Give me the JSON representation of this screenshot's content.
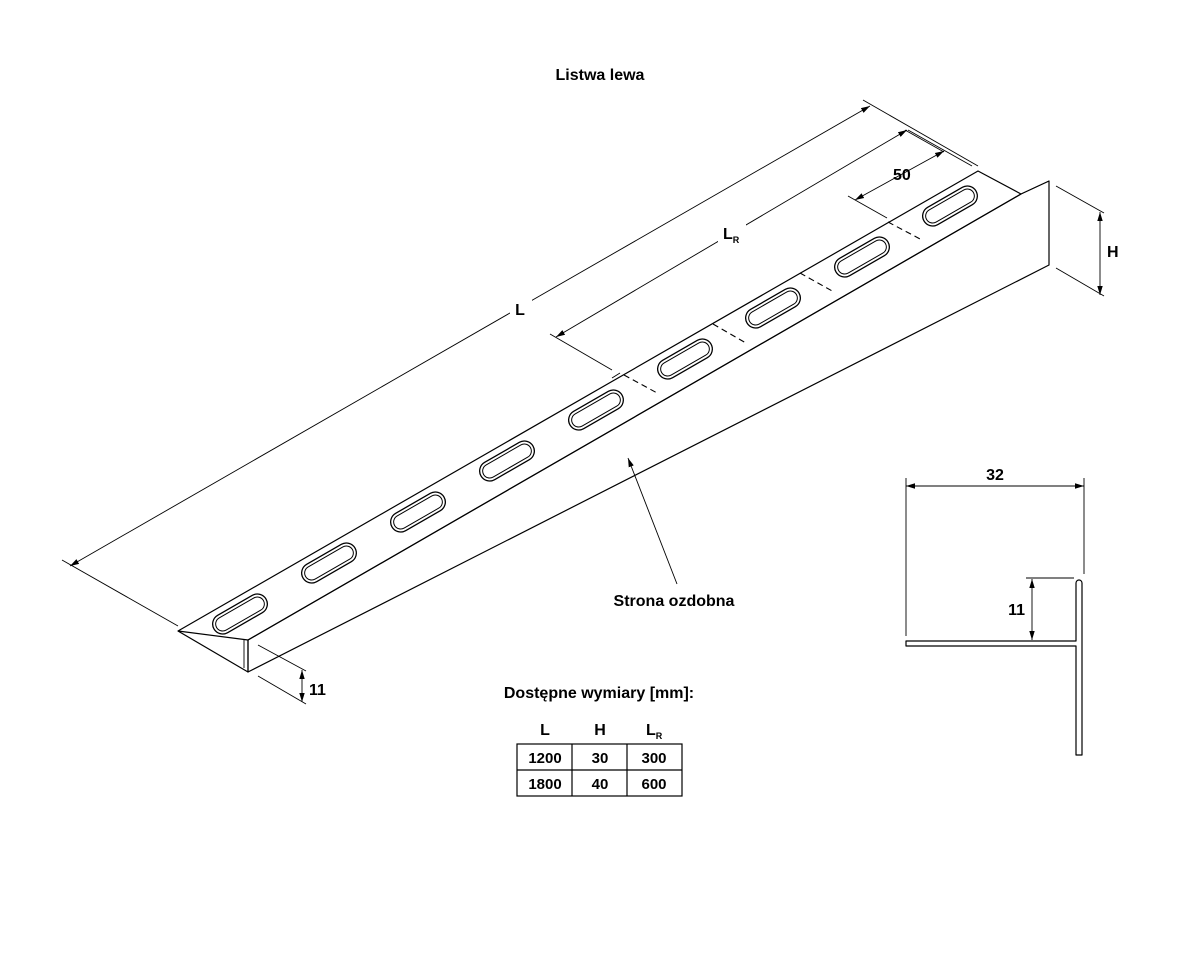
{
  "title": "Listwa lewa",
  "dimensions": {
    "L": "L",
    "LR_main": "L",
    "LR_sub": "R",
    "d50": "50",
    "H": "H",
    "d11_iso": "11",
    "d32": "32",
    "d11_section": "11"
  },
  "callout": "Strona ozdobna",
  "table": {
    "caption": "Dostępne wymiary [mm]:",
    "headers": [
      "L",
      "H",
      "L"
    ],
    "header_sub": "R",
    "rows": [
      [
        "1200",
        "30",
        "300"
      ],
      [
        "1800",
        "40",
        "600"
      ]
    ]
  }
}
